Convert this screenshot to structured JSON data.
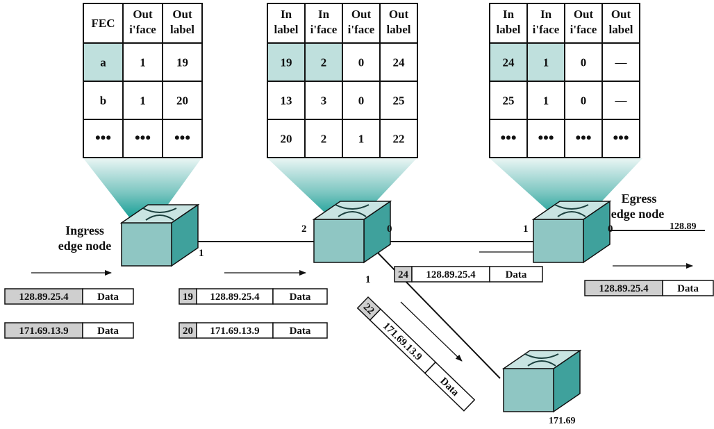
{
  "colors": {
    "router_front": "#8fc6c3",
    "router_side": "#3fa19c",
    "router_top": "#c9e4e2",
    "table_highlight": "#bfe0dd",
    "packet_label": "#cfcfcf",
    "beam_dark": "#0e9b93",
    "beam_light": "#e6f4f3"
  },
  "tables": {
    "ingress": {
      "headers": [
        [
          "FEC"
        ],
        [
          "Out",
          "i'face"
        ],
        [
          "Out",
          "label"
        ]
      ],
      "rows": [
        [
          "a",
          "1",
          "19"
        ],
        [
          "b",
          "1",
          "20"
        ],
        [
          "•••",
          "•••",
          "•••"
        ]
      ],
      "highlight": [
        [
          0,
          0
        ]
      ]
    },
    "core": {
      "headers": [
        [
          "In",
          "label"
        ],
        [
          "In",
          "i'face"
        ],
        [
          "Out",
          "i'face"
        ],
        [
          "Out",
          "label"
        ]
      ],
      "rows": [
        [
          "19",
          "2",
          "0",
          "24"
        ],
        [
          "13",
          "3",
          "0",
          "25"
        ],
        [
          "20",
          "2",
          "1",
          "22"
        ]
      ],
      "highlight": [
        [
          0,
          0
        ],
        [
          0,
          1
        ]
      ]
    },
    "egress": {
      "headers": [
        [
          "In",
          "label"
        ],
        [
          "In",
          "i'face"
        ],
        [
          "Out",
          "i'face"
        ],
        [
          "Out",
          "label"
        ]
      ],
      "rows": [
        [
          "24",
          "1",
          "0",
          "—"
        ],
        [
          "25",
          "1",
          "0",
          "—"
        ],
        [
          "•••",
          "•••",
          "•••",
          "•••"
        ]
      ],
      "highlight": [
        [
          0,
          0
        ],
        [
          0,
          1
        ]
      ]
    }
  },
  "labels": {
    "ingress_line1": "Ingress",
    "ingress_line2": "edge node",
    "egress_line1": "Egress",
    "egress_line2": "edge node",
    "net_128": "128.89",
    "net_171": "171.69",
    "ifaces": {
      "ingress_out": "1",
      "core_in": "2",
      "core_out0": "0",
      "core_out1": "1",
      "egress_in": "1",
      "egress_out": "0"
    }
  },
  "packets": {
    "in_1": {
      "addr": "128.89.25.4",
      "data": "Data"
    },
    "in_2": {
      "addr": "171.69.13.9",
      "data": "Data"
    },
    "hop1_1": {
      "label": "19",
      "addr": "128.89.25.4",
      "data": "Data"
    },
    "hop1_2": {
      "label": "20",
      "addr": "171.69.13.9",
      "data": "Data"
    },
    "hop2_1": {
      "label": "24",
      "addr": "128.89.25.4",
      "data": "Data"
    },
    "hop2_2": {
      "label": "22",
      "addr": "171.69.13.9",
      "data": "Data"
    },
    "out_1": {
      "addr": "128.89.25.4",
      "data": "Data"
    }
  }
}
